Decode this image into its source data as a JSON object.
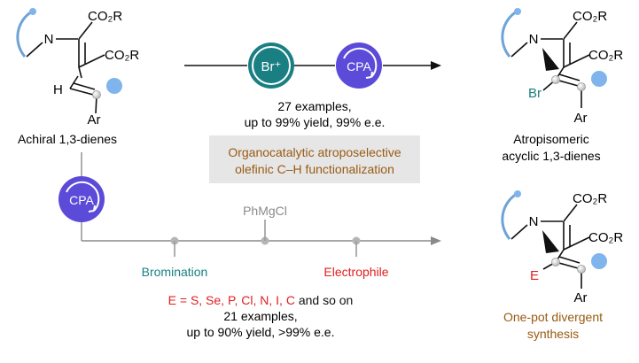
{
  "colors": {
    "teal": "#1a7f83",
    "purple": "#5b4bd8",
    "ring": "#6fa3d6",
    "substituent": "#7fb4ec",
    "gray_line": "#9b9b9b",
    "gray_dot": "#b5b5b5",
    "red": "#e02020",
    "brown": "#9a5a12",
    "box_bg": "#e6e6e6"
  },
  "left_molecule": {
    "n_label": "N",
    "h_label": "H",
    "co2r_top": "CO₂R",
    "co2r_right": "CO₂R",
    "ar_label": "Ar",
    "caption": "Achiral 1,3-dienes"
  },
  "top_right_molecule": {
    "n_label": "N",
    "br_label": "Br",
    "co2r_top": "CO₂R",
    "co2r_right": "CO₂R",
    "ar_label": "Ar",
    "caption_line1": "Atropisomeric",
    "caption_line2": "acyclic 1,3-dienes"
  },
  "bottom_right_molecule": {
    "n_label": "N",
    "e_label": "E",
    "co2r_top": "CO₂R",
    "co2r_right": "CO₂R",
    "ar_label": "Ar",
    "caption_line1": "One-pot divergent",
    "caption_line2": "synthesis"
  },
  "top_path": {
    "reagent_br": "Br⁺",
    "catalyst": "CPA",
    "stats_line1": "27 examples,",
    "stats_line2": "up to 99% yield, 99% e.e."
  },
  "center_box": {
    "line1": "Organocatalytic atroposelective",
    "line2": "olefinic C–H functionalization"
  },
  "bottom_path": {
    "catalyst": "CPA",
    "step_phmgcl": "PhMgCl",
    "step_bromination": "Bromination",
    "step_electrophile": "Electrophile",
    "scope_prefix": "E =",
    "scope_list": "S, Se, P, Cl, N, I, C",
    "scope_suffix": "and so on",
    "stats_line1": "21 examples,",
    "stats_line2": "up to 90% yield, >99% e.e."
  }
}
